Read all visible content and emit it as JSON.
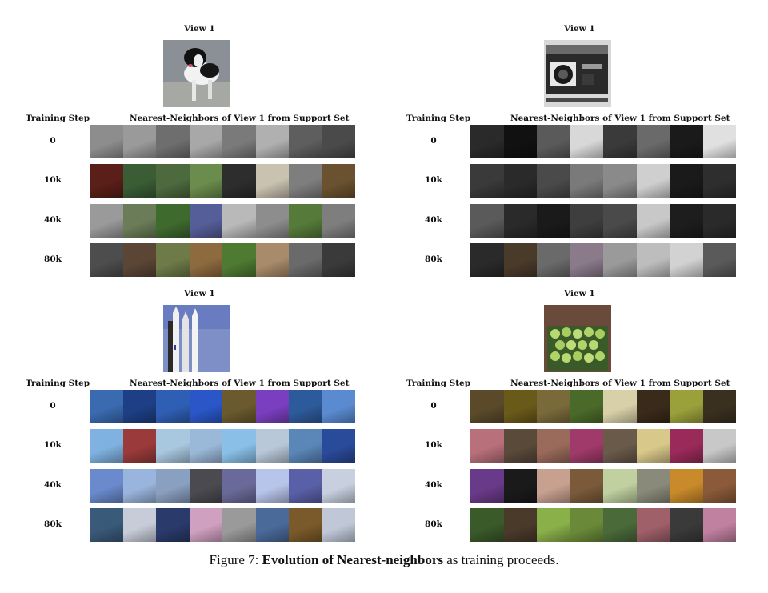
{
  "panels": [
    {
      "view_label": "View 1",
      "step_header": "Training Step",
      "nn_header": "Nearest-Neighbors of View 1 from Support Set",
      "query_image": "dog",
      "rows": [
        {
          "step": "0",
          "colors": [
            "#8d8d8d",
            "#9a9a9a",
            "#6e6e6e",
            "#a8a8a8",
            "#7a7a7a",
            "#b0b0b0",
            "#5e5e5e",
            "#4a4a4a"
          ]
        },
        {
          "step": "10k",
          "colors": [
            "#5a1f18",
            "#3a5d35",
            "#4d6a3e",
            "#6a8c4c",
            "#2d2d2d",
            "#c9c2b0",
            "#7e7e7e",
            "#6a5230"
          ]
        },
        {
          "step": "40k",
          "colors": [
            "#9a9a9a",
            "#6b7d58",
            "#3f6a2e",
            "#565e9a",
            "#b9b9b9",
            "#8d8d8d",
            "#557a39",
            "#7e7e7e"
          ]
        },
        {
          "step": "80k",
          "colors": [
            "#4d4d4d",
            "#5b4636",
            "#6e7a48",
            "#8e6a3f",
            "#4e7a31",
            "#a88b6a",
            "#6a6a6a",
            "#3a3a3a"
          ]
        }
      ]
    },
    {
      "view_label": "View 1",
      "step_header": "Training Step",
      "nn_header": "Nearest-Neighbors of View 1 from Support Set",
      "query_image": "camera",
      "rows": [
        {
          "step": "0",
          "colors": [
            "#2a2a2a",
            "#111111",
            "#5a5a5a",
            "#d8d8d8",
            "#3a3a3a",
            "#6a6a6a",
            "#1a1a1a",
            "#e0e0e0"
          ]
        },
        {
          "step": "10k",
          "colors": [
            "#3a3a3a",
            "#2a2a2a",
            "#4a4a4a",
            "#7a7a7a",
            "#8a8a8a",
            "#cfcfcf",
            "#1a1a1a",
            "#2e2e2e"
          ]
        },
        {
          "step": "40k",
          "colors": [
            "#5a5a5a",
            "#2a2a2a",
            "#1a1a1a",
            "#3e3e3e",
            "#4a4a4a",
            "#c8c8c8",
            "#1d1d1d",
            "#2a2a2a"
          ]
        },
        {
          "step": "80k",
          "colors": [
            "#2a2a2a",
            "#4a3a2a",
            "#6a6a6a",
            "#8a7a8a",
            "#9a9a9a",
            "#bdbdbd",
            "#d2d2d2",
            "#5a5a5a"
          ]
        }
      ]
    },
    {
      "view_label": "View 1",
      "step_header": "Training Step",
      "nn_header": "Nearest-Neighbors of View 1 from Support Set",
      "query_image": "rockets",
      "rows": [
        {
          "step": "0",
          "colors": [
            "#3a6ab0",
            "#1e3f85",
            "#2f5fb5",
            "#2a56c8",
            "#6a5a2e",
            "#7a3fc0",
            "#2d5a9a",
            "#5a8ad0"
          ]
        },
        {
          "step": "10k",
          "colors": [
            "#7fb2e0",
            "#9a3a3a",
            "#a8c8e0",
            "#9ab8d8",
            "#8ac0e8",
            "#b8c8d8",
            "#5a86b8",
            "#2a4a9a"
          ]
        },
        {
          "step": "40k",
          "colors": [
            "#6a8acd",
            "#9ab5dd",
            "#8aa0c0",
            "#4a4a50",
            "#6a6a9a",
            "#b8c5ea",
            "#5a60a8",
            "#c8d0e0"
          ]
        },
        {
          "step": "80k",
          "colors": [
            "#3a5a7a",
            "#c8ccd8",
            "#2a3a6a",
            "#d0a0c0",
            "#9a9a9a",
            "#4a6a9a",
            "#7a5a2a",
            "#c0c8d8"
          ]
        }
      ]
    },
    {
      "view_label": "View 1",
      "step_header": "Training Step",
      "nn_header": "Nearest-Neighbors of View 1 from Support Set",
      "query_image": "apples",
      "rows": [
        {
          "step": "0",
          "colors": [
            "#5a4a2a",
            "#6a5a1a",
            "#7a6a3a",
            "#4a6a2a",
            "#d8d0a8",
            "#3a2a1a",
            "#9aa03a",
            "#3a3020"
          ]
        },
        {
          "step": "10k",
          "colors": [
            "#b8707a",
            "#5a4a3a",
            "#9a6a5a",
            "#a03a6a",
            "#6a5a4a",
            "#d8c88a",
            "#9a2a5a",
            "#c8c8c8"
          ]
        },
        {
          "step": "40k",
          "colors": [
            "#6a3a8a",
            "#1a1a1a",
            "#c8a090",
            "#7a5a3a",
            "#c0d0a0",
            "#8a8a7a",
            "#c88a2a",
            "#8a5a3a"
          ]
        },
        {
          "step": "80k",
          "colors": [
            "#3a5a2a",
            "#4a3a2a",
            "#8ab04a",
            "#6a8a3a",
            "#4a6a3a",
            "#a0606a",
            "#3a3a3a",
            "#c080a0"
          ]
        }
      ]
    }
  ],
  "caption": {
    "prefix": "Figure 7: ",
    "bold": "Evolution of Nearest-neighbors",
    "suffix": " as training proceeds."
  }
}
